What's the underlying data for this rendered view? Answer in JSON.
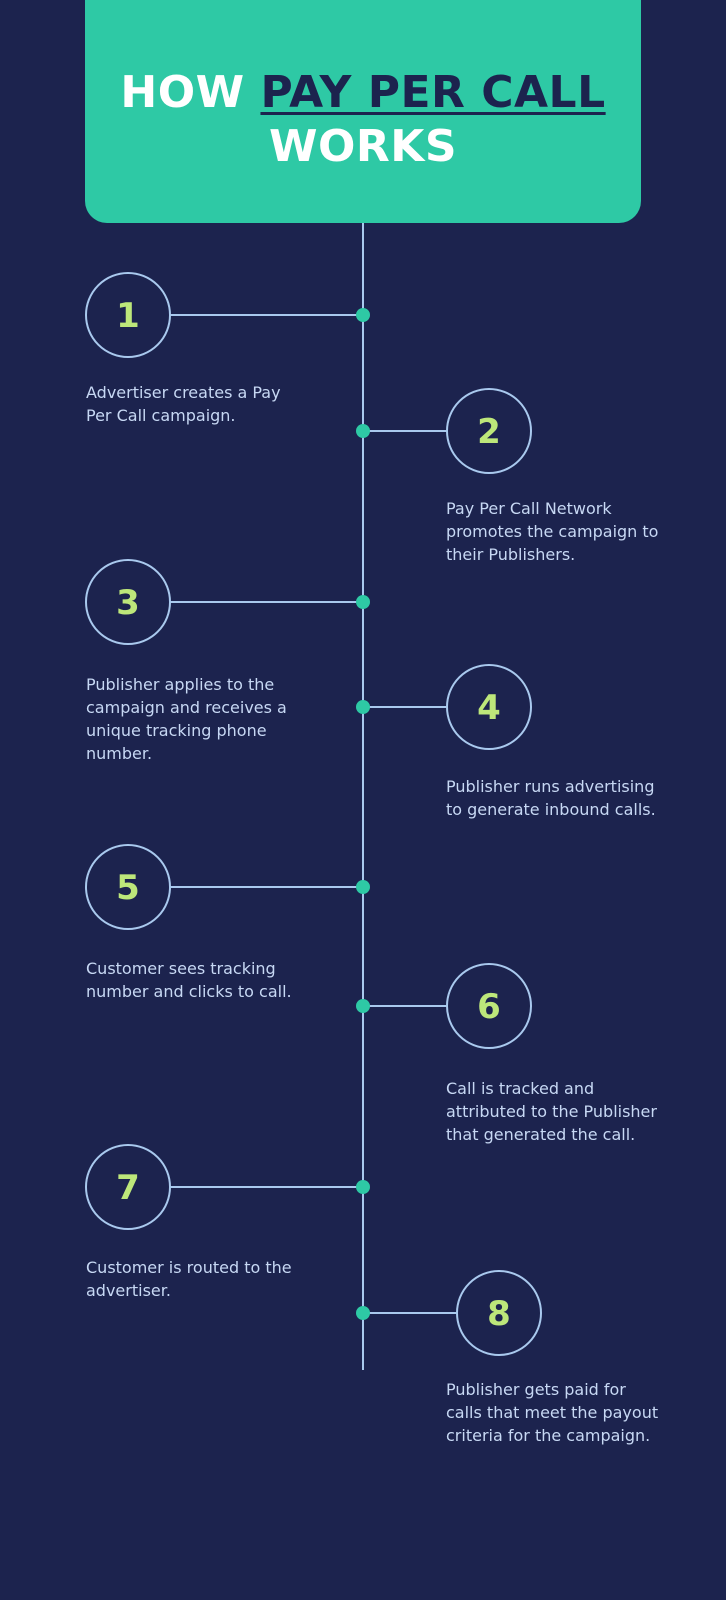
{
  "title": {
    "prefix": "HOW ",
    "highlight": "PAY PER CALL",
    "suffix": "WORKS"
  },
  "colors": {
    "background": "#1c234e",
    "accent": "#2ec9a5",
    "number": "#bde77a",
    "line": "#a9c9ee",
    "text": "#c7d8f4"
  },
  "steps": [
    {
      "number": "1",
      "side": "left",
      "text": "Advertiser creates a Pay Per Call campaign."
    },
    {
      "number": "2",
      "side": "right",
      "text": "Pay Per Call Network promotes the campaign to their Publishers."
    },
    {
      "number": "3",
      "side": "left",
      "text": "Publisher applies to the campaign and receives a unique tracking phone number."
    },
    {
      "number": "4",
      "side": "right",
      "text": "Publisher runs advertising to generate inbound calls."
    },
    {
      "number": "5",
      "side": "left",
      "text": "Customer sees tracking number and clicks to call."
    },
    {
      "number": "6",
      "side": "right",
      "text": "Call is tracked and attributed to the Publisher that generated the call."
    },
    {
      "number": "7",
      "side": "left",
      "text": "Customer is routed to the advertiser."
    },
    {
      "number": "8",
      "side": "right",
      "text": "Publisher gets paid for calls that meet the payout criteria for the campaign."
    }
  ]
}
